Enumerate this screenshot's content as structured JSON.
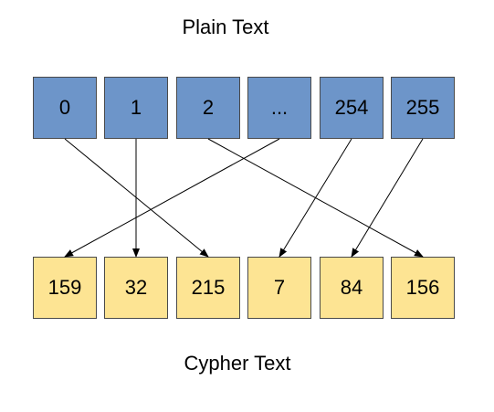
{
  "labels": {
    "plain_text": "Plain Text",
    "cypher_text": "Cypher Text"
  },
  "colors": {
    "plain_fill": "#6d95c9",
    "cypher_fill": "#fde493",
    "stroke": "#4a4a4a",
    "arrow": "#000000"
  },
  "plain_boxes": [
    "0",
    "1",
    "2",
    "...",
    "254",
    "255"
  ],
  "cypher_boxes": [
    "159",
    "32",
    "215",
    "7",
    "84",
    "156"
  ],
  "mappings": [
    {
      "from": 0,
      "to": 2
    },
    {
      "from": 1,
      "to": 1
    },
    {
      "from": 2,
      "to": 5
    },
    {
      "from": 3,
      "to": 0
    },
    {
      "from": 4,
      "to": 3
    },
    {
      "from": 5,
      "to": 4
    }
  ]
}
